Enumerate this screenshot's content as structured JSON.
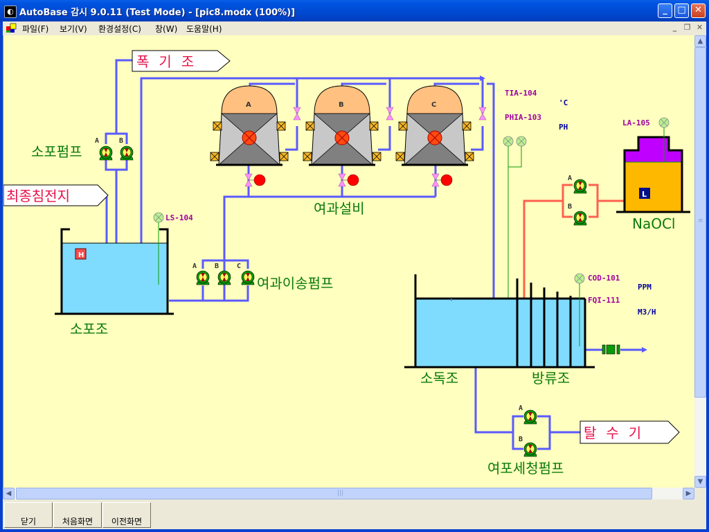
{
  "window": {
    "title": "AutoBase 감시 9.0.11 (Test Mode) - [pic8.modx (100%)]",
    "controls": {
      "minimize": "_",
      "maximize": "□",
      "close": "✕"
    }
  },
  "menu": {
    "items": [
      {
        "label": "파일(F)"
      },
      {
        "label": "보기(V)"
      },
      {
        "label": "환경설정(C)"
      },
      {
        "label": "창(W)"
      },
      {
        "label": "도움말(H)"
      }
    ],
    "mdi_controls": {
      "minimize": "_",
      "restore": "❐",
      "close": "✕"
    }
  },
  "diagram": {
    "destinations": {
      "aeration": "폭기조",
      "final_settling": "최종침전지",
      "dehydrator": "탈수기"
    },
    "labels": {
      "sopo_pump": "소포펌프",
      "sopo_tank": "소포조",
      "filter_equipment": "여과설비",
      "filter_transfer_pump": "여과이송펌프",
      "disinfection_tank": "소독조",
      "discharge_tank": "방류조",
      "backwash_pump": "여포세청펌프",
      "naocl": "NaOCl"
    },
    "filters": [
      {
        "label": "A"
      },
      {
        "label": "B"
      },
      {
        "label": "C"
      }
    ],
    "pump_letters": {
      "a": "A",
      "b": "B",
      "c": "C"
    },
    "indicators": {
      "high_level": "H",
      "level": "L"
    },
    "instruments": {
      "ls104": {
        "tag": "LS-104"
      },
      "tia104": {
        "tag": "TIA-104",
        "unit": "'C"
      },
      "phia103": {
        "tag": "PHIA-103",
        "unit": "PH"
      },
      "la105": {
        "tag": "LA-105"
      },
      "cod101": {
        "tag": "COD-101",
        "unit": "PPM"
      },
      "fqi111": {
        "tag": "FQI-111",
        "unit": "M3/H"
      }
    },
    "colors": {
      "background": "#ffffbf",
      "water_pipe": "#5a5aff",
      "chemical_pipe": "#ff6050",
      "water": "#80dcff",
      "label_green": "#0a7a0a",
      "dest_red": "#e8104a",
      "tag_purple": "#a000a0",
      "unit_blue": "#0000a0"
    }
  },
  "footer": {
    "buttons": [
      {
        "label": "닫기"
      },
      {
        "label": "처음화면"
      },
      {
        "label": "이전화면"
      }
    ]
  }
}
